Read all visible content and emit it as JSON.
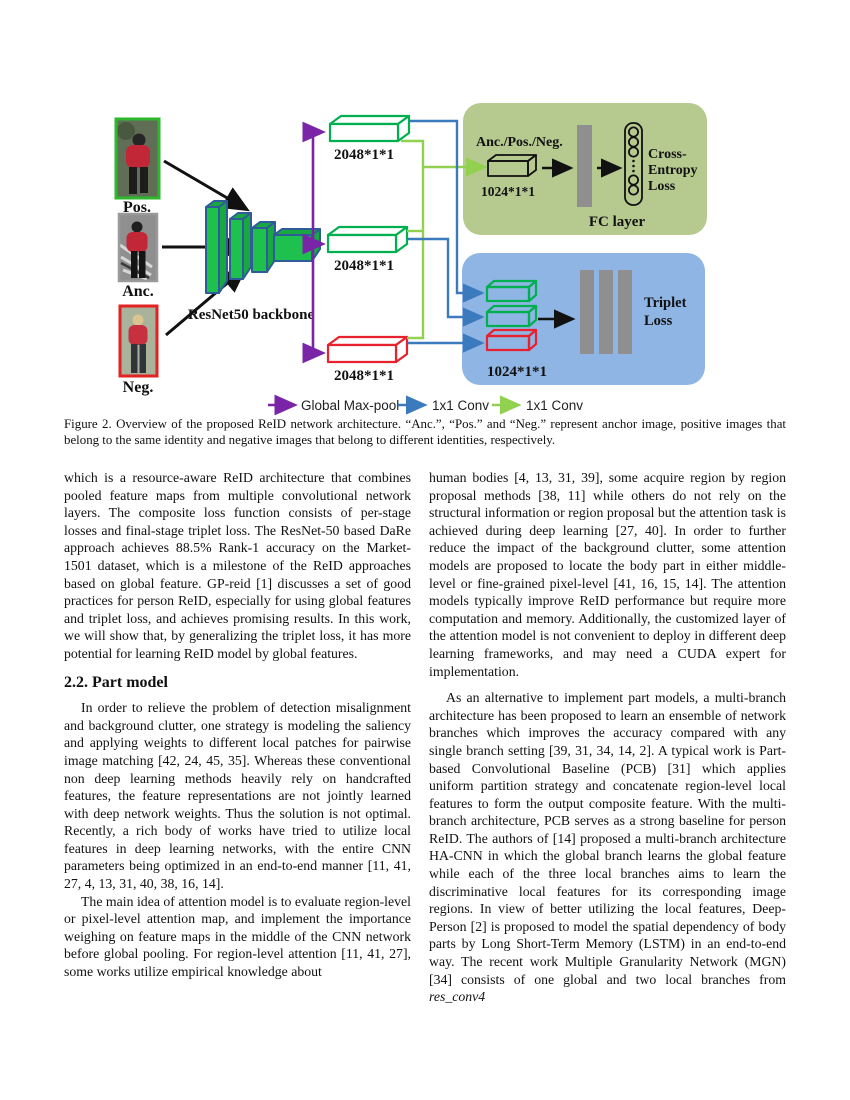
{
  "colors": {
    "figure_box_green": "#b6ca90",
    "figure_box_blue": "#8fb5e4",
    "arrow_purple": "#7a25a8",
    "arrow_blue": "#3a7abd",
    "arrow_green": "#92d050",
    "bar_outline_green": "#00b050",
    "bar_outline_red": "#e8212e",
    "backbone_green": "#1ec04e",
    "gray_block": "#8f8f8f",
    "text_black": "#111111"
  },
  "figure": {
    "inputs": [
      {
        "label": "Pos.",
        "border": "green"
      },
      {
        "label": "Anc.",
        "border": "gray"
      },
      {
        "label": "Neg.",
        "border": "red"
      }
    ],
    "backbone_label": "ResNet50 backbone",
    "feature_maps": [
      {
        "label": "2048*1*1",
        "outline": "green"
      },
      {
        "label": "2048*1*1",
        "outline": "green"
      },
      {
        "label": "2048*1*1",
        "outline": "red"
      }
    ],
    "ce_branch": {
      "input_label": "Anc./Pos./Neg.",
      "feature_size": "1024*1*1",
      "fc_label": "FC layer",
      "loss_lines": [
        "Cross-",
        "Entropy",
        "Loss"
      ]
    },
    "triplet_branch": {
      "feature_size": "1024*1*1",
      "loss_lines": [
        "Triplet",
        "Loss"
      ]
    },
    "legend": [
      {
        "label": "Global Max-pool",
        "color": "#7a25a8"
      },
      {
        "label": "1x1 Conv",
        "color": "#3a7abd"
      },
      {
        "label": "1x1 Conv",
        "color": "#92d050"
      }
    ]
  },
  "caption": "Figure 2. Overview of the proposed ReID network architecture.  “Anc.”, “Pos.” and “Neg.” represent anchor image, positive images that belong to the same identity and negative images that belong to different identities, respectively.",
  "left_column": {
    "para1": "which is a resource-aware ReID architecture that combines pooled feature maps from multiple convolutional network layers.  The composite loss function consists of per-stage losses and final-stage triplet loss.  The ResNet-50 based DaRe approach achieves 88.5% Rank-1 accuracy on the Market-1501 dataset, which is a milestone of the ReID approaches based on global feature.  GP-reid [1] discusses a set of good practices for person ReID, especially for using global features and triplet loss, and achieves promising results.  In this work, we will show that, by generalizing the triplet loss, it has more potential for learning ReID model by global features.",
    "section_heading": "2.2. Part model",
    "para2": "In order to relieve the problem of detection misalignment and background clutter, one strategy is modeling the saliency and applying weights to different local patches for pairwise image matching [42, 24, 45, 35].  Whereas these conventional non deep learning methods heavily rely on handcrafted features, the feature representations are not jointly learned with deep network weights.  Thus the solution is not optimal. Recently, a rich body of works have tried to utilize local features in deep learning networks, with the entire CNN parameters being optimized in an end-to-end manner [11, 41, 27, 4, 13, 31, 40, 38, 16, 14].",
    "para3": "The main idea of attention model is to evaluate region-level or pixel-level attention map, and implement the importance weighing on feature maps in the middle of the CNN network before global pooling.  For region-level attention [11, 41, 27], some works utilize empirical knowledge about"
  },
  "right_column": {
    "para1": "human bodies [4, 13, 31, 39], some acquire region by region proposal methods [38, 11] while others do not rely on the structural information or region proposal but the attention task is achieved during deep learning [27, 40].  In order to further reduce the impact of the background clutter, some attention models are proposed to locate the body part in either middle-level or fine-grained pixel-level [41, 16, 15, 14]. The attention models typically improve ReID performance but require more computation and memory.  Additionally, the customized layer of the attention model is not convenient to deploy in different deep learning frameworks, and may need a CUDA expert for implementation.",
    "para2_main": "As an alternative to implement part models, a multi-branch architecture has been proposed to learn an ensemble of network branches which improves the accuracy compared with any single branch setting [39, 31, 34, 14, 2].  A typical work is Part-based Convolutional Baseline (PCB) [31] which applies uniform partition strategy and concatenate region-level local features to form the output composite feature.  With the multi-branch architecture, PCB serves as a strong baseline for person ReID. The authors of [14] proposed a multi-branch architecture HA-CNN in which the global branch learns the global feature while each of the three local branches aims to learn the discriminative local features for its corresponding image regions. In view of better utilizing the local features, Deep-Person [2] is proposed to model the spatial dependency of body parts by Long Short-Term Memory (LSTM) in an end-to-end way. The recent work Multiple Granularity Network (MGN) [34] consists of one global and two local branches from ",
    "para2_italic": "res_conv4"
  }
}
